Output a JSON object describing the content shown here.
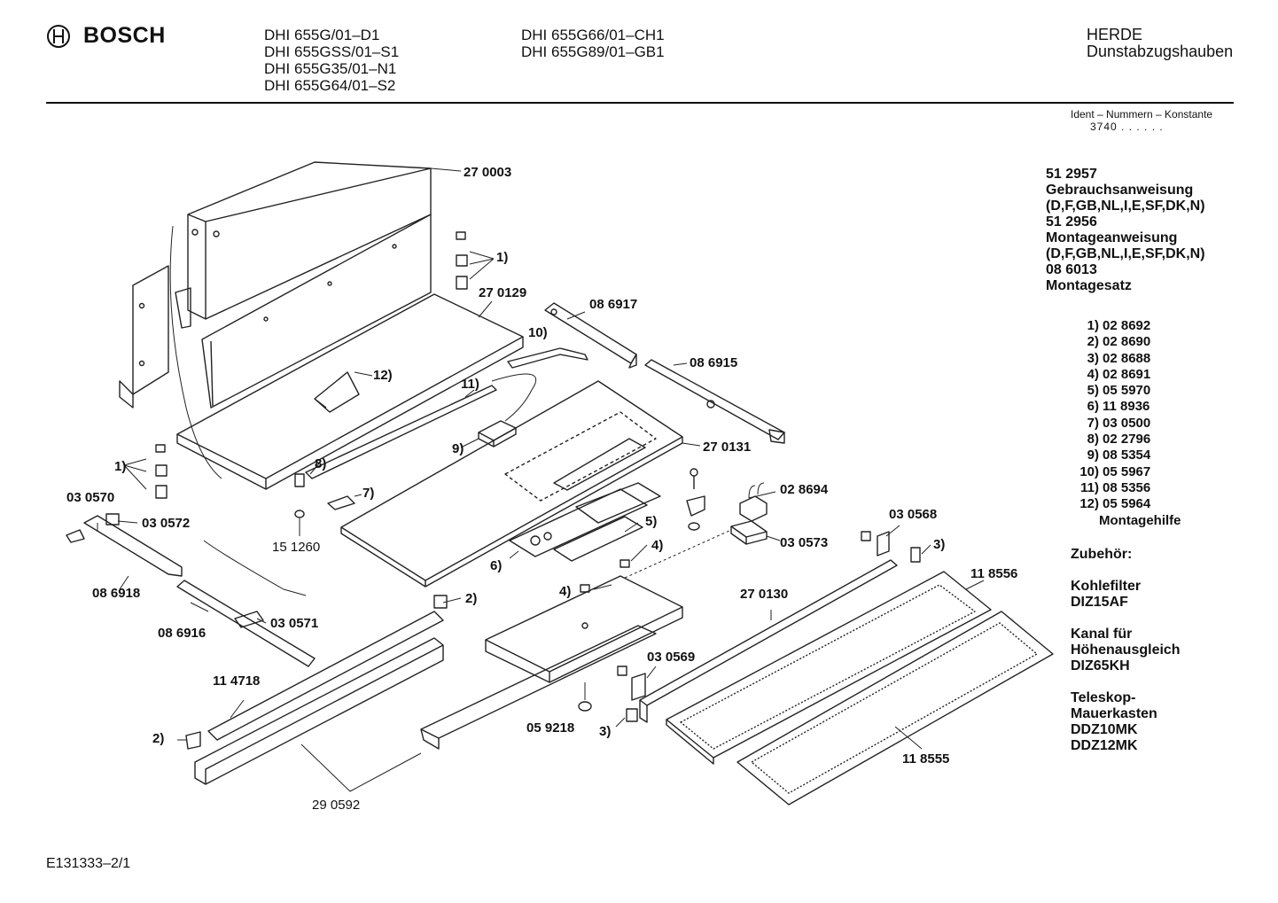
{
  "header": {
    "brand": "BOSCH",
    "models_col1": [
      "DHI 655G/01–D1",
      "DHI 655GSS/01–S1",
      "DHI 655G35/01–N1",
      "DHI 655G64/01–S2"
    ],
    "models_col2": [
      "DHI 655G66/01–CH1",
      "DHI 655G89/01–GB1"
    ],
    "category": "HERDE",
    "subcategory": "Dunstabzugshauben"
  },
  "ident": {
    "label": "Ident – Nummern – Konstante",
    "constant": "3740 . . . . . ."
  },
  "documents": [
    "51 2957",
    "Gebrauchsanweisung",
    "(D,F,GB,NL,I,E,SF,DK,N)",
    "51 2956",
    "Montageanweisung",
    "(D,F,GB,NL,I,E,SF,DK,N)",
    "08 6013",
    "Montagesatz"
  ],
  "parts_list": [
    {
      "num": "1)",
      "code": "02 8692"
    },
    {
      "num": "2)",
      "code": "02 8690"
    },
    {
      "num": "3)",
      "code": "02 8688"
    },
    {
      "num": "4)",
      "code": "02 8691"
    },
    {
      "num": "5)",
      "code": "05 5970"
    },
    {
      "num": "6)",
      "code": "11 8936"
    },
    {
      "num": "7)",
      "code": "03 0500"
    },
    {
      "num": "8)",
      "code": "02 2796"
    },
    {
      "num": "9)",
      "code": "08 5354"
    },
    {
      "num": "10)",
      "code": "05 5967"
    },
    {
      "num": "11)",
      "code": "08 5356"
    },
    {
      "num": "12)",
      "code": "05 5964"
    }
  ],
  "parts_note": "Montagehilfe",
  "accessories": {
    "title": "Zubehör:",
    "groups": [
      [
        "Kohlefilter",
        "DIZ15AF"
      ],
      [
        "Kanal für",
        "Höhenausgleich",
        "DIZ65KH"
      ],
      [
        "Teleskop-",
        "Mauerkasten",
        "DDZ10MK",
        "DDZ12MK"
      ]
    ]
  },
  "callouts": {
    "c270003": "27 0003",
    "c270129": "27 0129",
    "c086917": "08 6917",
    "c086915": "08 6915",
    "c270131": "27 0131",
    "c028694": "02 8694",
    "c030568": "03 0568",
    "c030573": "03 0573",
    "c118556": "11 8556",
    "c270130": "27 0130",
    "c030570": "03 0570",
    "c030572": "03 0572",
    "c086918": "08 6918",
    "c086916": "08 6916",
    "c030571": "03 0571",
    "c151260": "15 1260",
    "c114718": "11 4718",
    "c030569": "03 0569",
    "c059218": "05 9218",
    "c118555": "11 8555",
    "c290592": "29 0592",
    "n1a": "1)",
    "n1b": "1)",
    "n2a": "2)",
    "n2b": "2)",
    "n3a": "3)",
    "n3b": "3)",
    "n4a": "4)",
    "n4b": "4)",
    "n5": "5)",
    "n6": "6)",
    "n7": "7)",
    "n8": "8)",
    "n9": "9)",
    "n10": "10)",
    "n11": "11)",
    "n12": "12)"
  },
  "footer": "E131333–2/1"
}
